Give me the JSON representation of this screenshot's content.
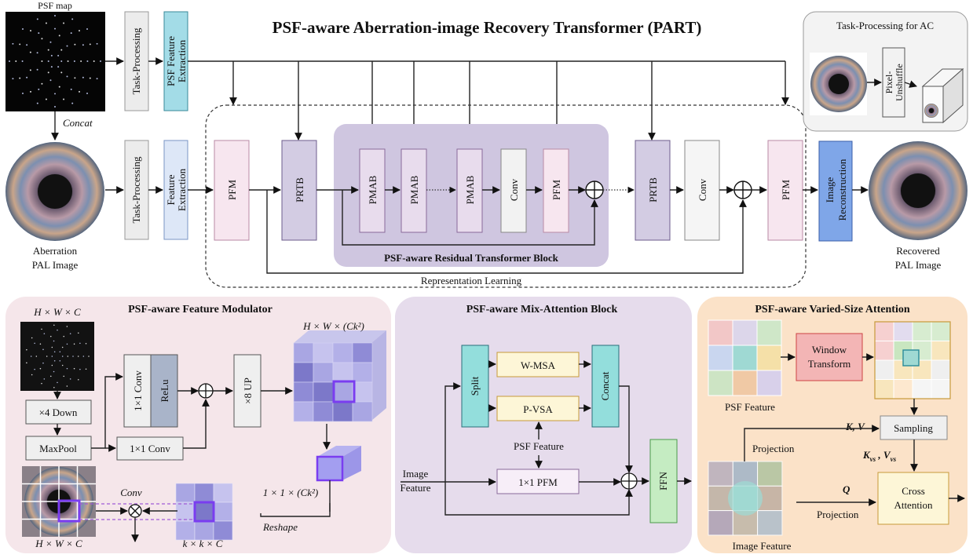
{
  "title": "PSF-aware Aberration-image Recovery Transformer (PART)",
  "top": {
    "psf_map": "PSF map",
    "concat": "Concat",
    "task_processing": "Task-Processing",
    "psf_feature_extraction": [
      "PSF Feature",
      "Extraction"
    ],
    "feature_extraction": [
      "Feature",
      "Extraction"
    ],
    "aberration_image": [
      "Aberration",
      "PAL Image"
    ],
    "pfm": "PFM",
    "prtb": "PRTB",
    "pmab": "PMAB",
    "conv": "Conv",
    "image_reconstruction": [
      "Image",
      "Reconstruction"
    ],
    "recovered_image": [
      "Recovered",
      "PAL Image"
    ],
    "prtb_group_label": "PSF-aware Residual Transformer Block",
    "representation_learning": "Representation Learning",
    "ac_panel_title": "Task-Processing for AC",
    "pixel_unshuffle": [
      "Pixel-",
      "Unshuffle"
    ]
  },
  "pfm_panel": {
    "title": "PSF-aware Feature Modulator",
    "dims_top": "H × W × C",
    "x4_down": "×4 Down",
    "maxpool": "MaxPool",
    "conv1x1": "1×1 Conv",
    "relu": "ReLu",
    "up8": "×8 UP",
    "dims_kernel": "H × W × (Ck²)",
    "dims_vector": "1 × 1 × (Ck²)",
    "reshape": "Reshape",
    "conv_label": "Conv",
    "dims_bottom": "H × W × C",
    "dims_kkc": "k × k × C"
  },
  "pmab_panel": {
    "title": "PSF-aware Mix-Attention Block",
    "split": "Split",
    "wmsa": "W-MSA",
    "pvsa": "P-VSA",
    "concat": "Concat",
    "psf_feature": "PSF Feature",
    "pfm1x1": "1×1 PFM",
    "image_feature": [
      "Image",
      "Feature"
    ],
    "ffn": "FFN"
  },
  "pvsa_panel": {
    "title": "PSF-aware Varied-Size Attention",
    "window_transform": [
      "Window",
      "Transform"
    ],
    "psf_feature": "PSF Feature",
    "kv": "K,  V",
    "sampling": "Sampling",
    "kvs": "K",
    "vvs": "V",
    "vs_sub": "vs",
    "projection": "Projection",
    "q": "Q",
    "cross_attention": [
      "Cross",
      "Attention"
    ],
    "image_feature": "Image Feature"
  },
  "colors": {
    "pfm_fill": "#f7e6ef",
    "prtb_fill": "#d3cce3",
    "pmab_fill": "#e8dced",
    "feature_blue": "#dde7f7",
    "recon_blue": "#7fa6e8",
    "psf_cyan": "#a3dce7",
    "prtb_group": "#cfc6e0",
    "panel_pink": "#f5e6ea",
    "panel_purple": "#e6dcec",
    "panel_orange": "#fbe2c8",
    "teal": "#93dedc",
    "yellow": "#fdf6d7",
    "red_box": "#f3b5b5",
    "green": "#c5ecc2"
  }
}
